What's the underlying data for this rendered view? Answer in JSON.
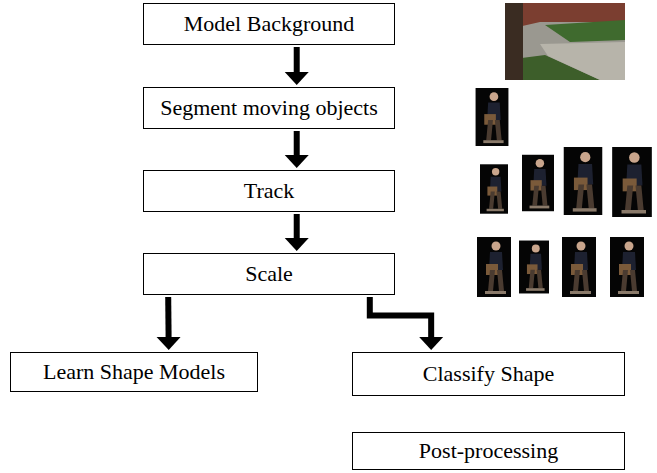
{
  "diagram": {
    "nodes": [
      {
        "text": [
          "Model Background"
        ]
      },
      {
        "text": [
          "Segment moving objects"
        ]
      },
      {
        "text": [
          "Track"
        ]
      },
      {
        "text": [
          "Scale"
        ]
      },
      {
        "text": [
          "Learn Shape Models"
        ]
      },
      {
        "text": [
          "Classify Shape"
        ]
      },
      {
        "text": [
          "Post-processing"
        ]
      }
    ],
    "edges": [
      {
        "from": 0,
        "to": 1,
        "arrow": "to"
      },
      {
        "from": 1,
        "to": 2,
        "arrow": "to"
      },
      {
        "from": 2,
        "to": 3,
        "arrow": "to"
      },
      {
        "from": 3,
        "to": 4,
        "arrow": "to"
      },
      {
        "from": 3,
        "to": 5,
        "arrow": "to"
      }
    ]
  }
}
